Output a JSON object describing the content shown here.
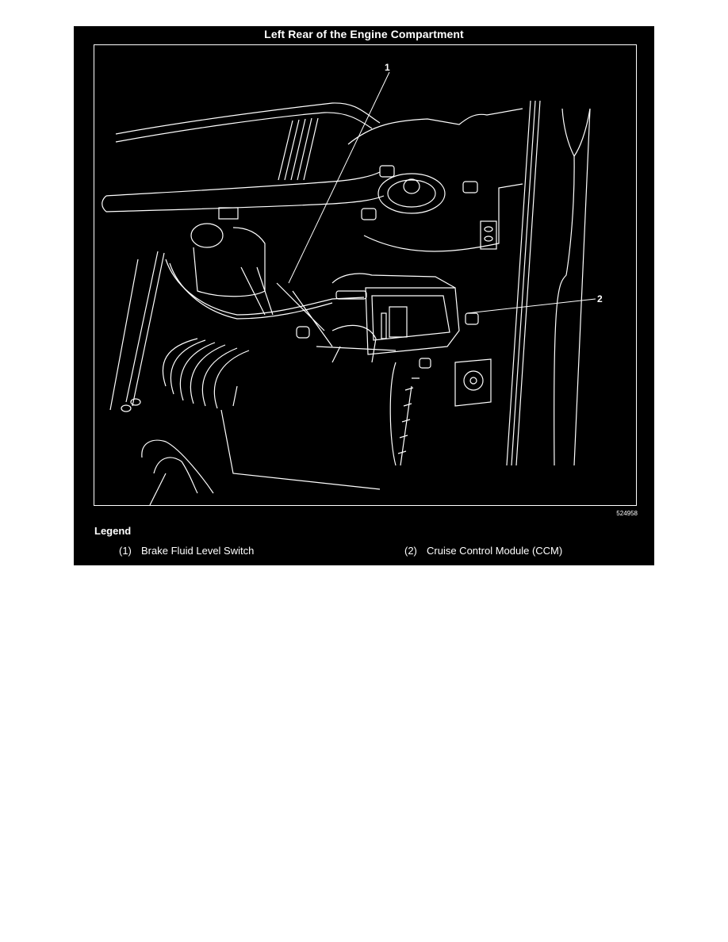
{
  "figure": {
    "title": "Left Rear of the Engine Compartment",
    "figure_id": "524958",
    "callouts": [
      {
        "number": "1"
      },
      {
        "number": "2"
      }
    ],
    "colors": {
      "background": "#000000",
      "lines": "#ffffff",
      "page": "#ffffff"
    }
  },
  "legend": {
    "title": "Legend",
    "items": [
      {
        "number": "(1)",
        "label": "Brake Fluid Level Switch"
      },
      {
        "number": "(2)",
        "label": "Cruise Control Module (CCM)"
      }
    ]
  }
}
